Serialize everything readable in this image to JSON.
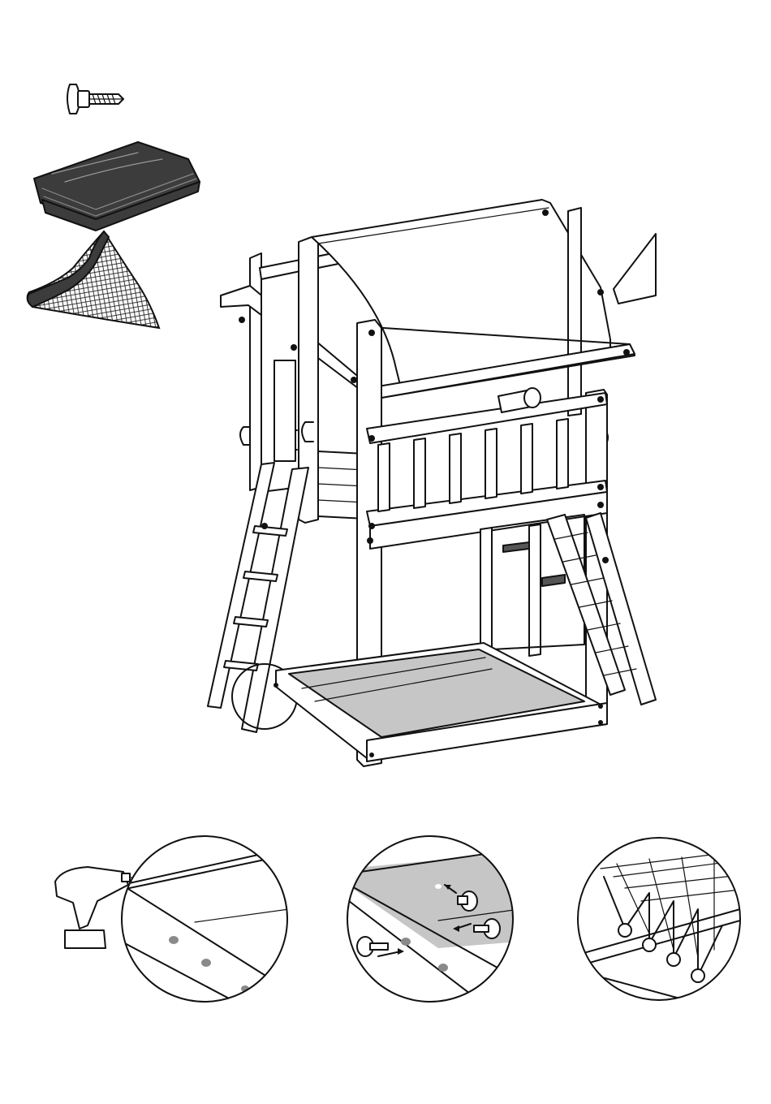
{
  "colors": {
    "line": "#111111",
    "paper": "#ffffff",
    "canopy_fabric": "#c6c6c6",
    "folded_cloth": "#3c3c3c",
    "hole": "#8a8a8a"
  },
  "parts": {
    "fastener": {
      "icon": "push-pin-fastener-icon"
    },
    "cloth": {
      "icon": "folded-ground-cloth-icon"
    },
    "net": {
      "icon": "triangular-net-icon"
    }
  },
  "main_view": {
    "icon": "playhouse-tower-assembly"
  },
  "details": [
    {
      "icon": "drill-holes-detail"
    },
    {
      "icon": "insert-pins-detail"
    },
    {
      "icon": "net-attached-detail"
    }
  ]
}
